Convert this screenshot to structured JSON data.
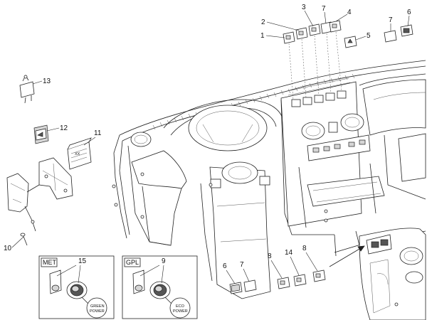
{
  "callouts": {
    "c1": "1",
    "c2": "2",
    "c3": "3",
    "c4": "4",
    "c5": "5",
    "c6_top": "6",
    "c7_a": "7",
    "c7_b": "7",
    "c13": "13",
    "c12": "12",
    "c11": "11",
    "c10": "10",
    "c6_bottom": "6",
    "c7_bottom": "7",
    "c8_a": "8",
    "c14": "14",
    "c8_b": "8"
  },
  "boxes": {
    "met": {
      "tag": "MET",
      "callout": "15",
      "label_line1": "GREEN",
      "label_line2": "POWER"
    },
    "gpl": {
      "tag": "GPL",
      "callout": "9",
      "label_line1": "ECO",
      "label_line2": "POWER"
    }
  },
  "colors": {
    "line": "#222222",
    "part_fill": "#ffffff",
    "shade": "#d6d6d6",
    "dark": "#555555"
  }
}
